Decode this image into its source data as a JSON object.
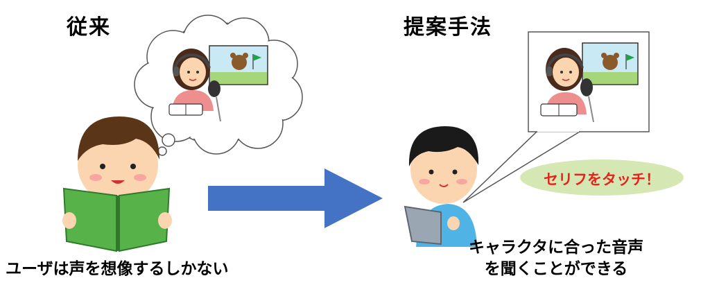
{
  "diagram": {
    "left": {
      "title": "従来",
      "caption": "ユーザは声を想像するしかない"
    },
    "right": {
      "title": "提案手法",
      "caption_line1": "キャラクタに合った音声",
      "caption_line2": "を聞くことができる",
      "callout": "セリフをタッチ！"
    }
  },
  "colors": {
    "arrow": "#4472c4",
    "callout_fill": "#d5e8b4",
    "callout_text": "#e8211d",
    "book": "#58b24a",
    "tablet": "#9aa7b3"
  }
}
